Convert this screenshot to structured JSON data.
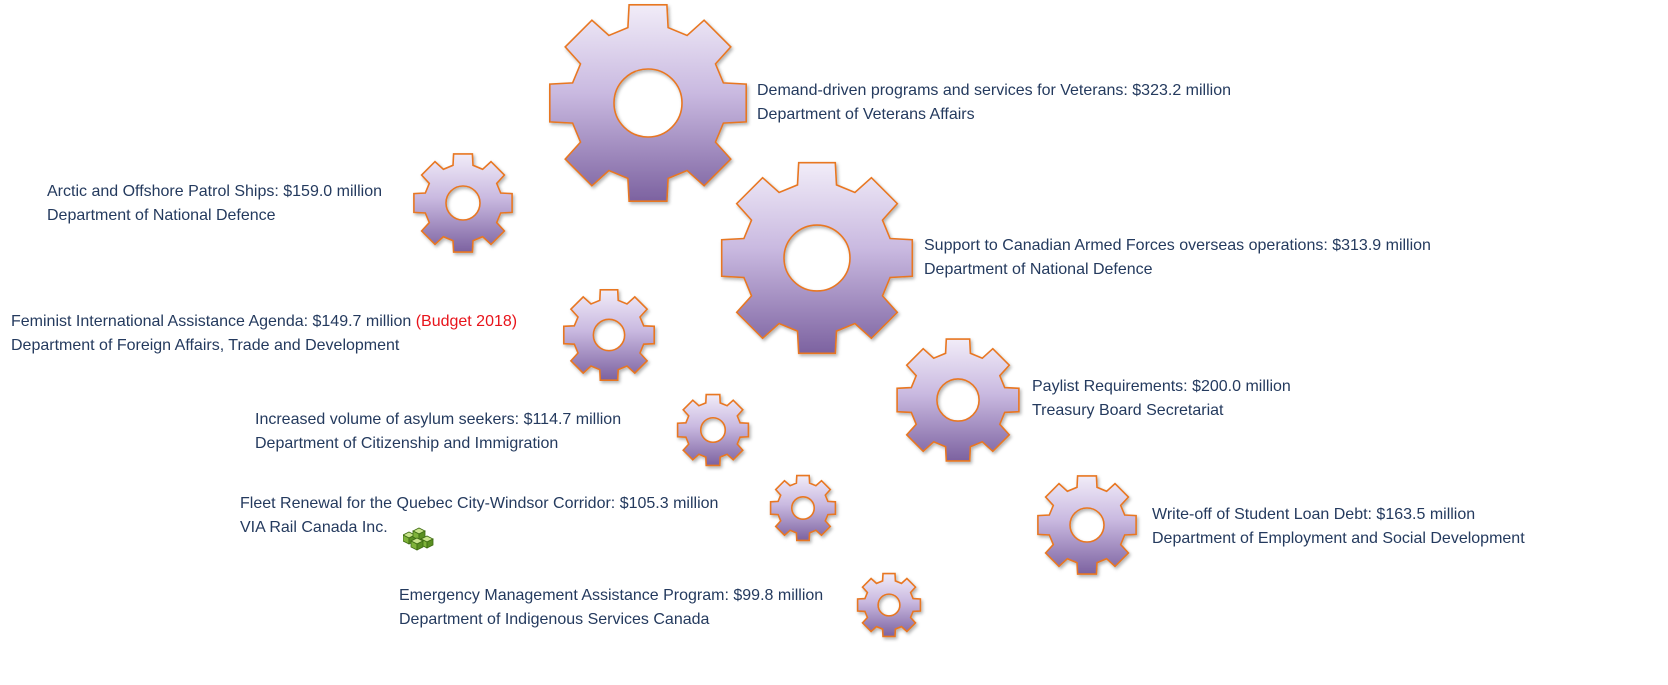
{
  "items": [
    {
      "title": "Demand-driven programs and services for Veterans: $323.2 million",
      "department": "Department of Veterans Affairs"
    },
    {
      "title": "Arctic and Offshore Patrol Ships: $159.0 million",
      "department": "Department of National Defence"
    },
    {
      "title": "Support to Canadian Armed Forces overseas operations: $313.9 million",
      "department": "Department of National Defence"
    },
    {
      "title": "Feminist International Assistance Agenda: $149.7 million",
      "note": "(Budget 2018)",
      "department": "Department of Foreign Affairs, Trade and Development"
    },
    {
      "title": "Paylist Requirements: $200.0 million",
      "department": "Treasury Board Secretariat"
    },
    {
      "title": "Increased volume of asylum seekers: $114.7 million",
      "department": "Department of Citizenship and Immigration"
    },
    {
      "title": "Fleet Renewal for the Quebec City-Windsor Corridor: $105.3 million",
      "department": "VIA Rail Canada Inc."
    },
    {
      "title": "Write-off of Student Loan Debt: $163.5 million",
      "department": "Department of Employment and Social Development"
    },
    {
      "title": "Emergency Management Assistance Program: $99.8 million",
      "department": "Department of Indigenous Services Canada"
    }
  ],
  "colors": {
    "text": "#243a5e",
    "note": "#e8141b",
    "gear_top": "#f1ecf8",
    "gear_bottom": "#7c62a0",
    "gear_outline": "#e87722"
  },
  "icons": [
    "gear-icon",
    "cubes-icon"
  ]
}
